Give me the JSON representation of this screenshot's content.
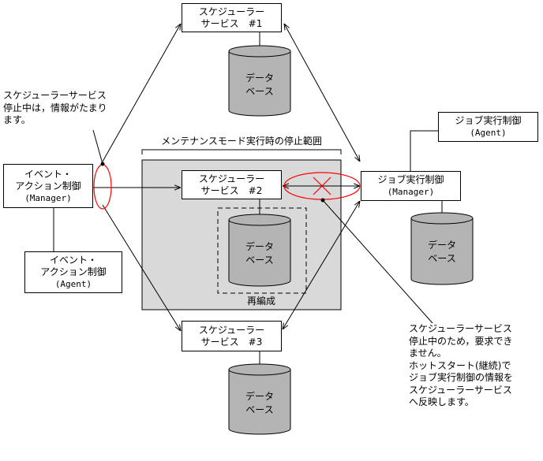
{
  "scheduler1": {
    "line1": "スケジューラー",
    "line2": "サービス　#1"
  },
  "scheduler2": {
    "line1": "スケジューラー",
    "line2": "サービス　#2"
  },
  "scheduler3": {
    "line1": "スケジューラー",
    "line2": "サービス　#3"
  },
  "event_manager": {
    "line1": "イベント・",
    "line2": "アクション制御",
    "line3": "(Manager)"
  },
  "event_agent": {
    "line1": "イベント・",
    "line2": "アクション制御",
    "line3": "(Agent)"
  },
  "job_manager": {
    "line1": "ジョブ実行制御",
    "line2": "(Manager)"
  },
  "job_agent": {
    "line1": "ジョブ実行制御",
    "line2": "(Agent)"
  },
  "database": {
    "line1": "データ",
    "line2": "ベース"
  },
  "maintenance_label": "メンテナンスモード実行時の停止範囲",
  "reorg_label": "再編成",
  "note_left": "スケジューラーサービス\n停止中は，情報がたまり\nます。",
  "note_right": "スケジューラーサービス\n停止中のため，要求でき\nません。\nホットスタート(継続)で\nジョブ実行制御の情報を\nスケジューラーサービス\nへ反映します。",
  "colors": {
    "db_fill": "#b4b4b4",
    "gray_area": "#d9d9d9",
    "highlight": "#ff0000",
    "line": "#000000"
  }
}
